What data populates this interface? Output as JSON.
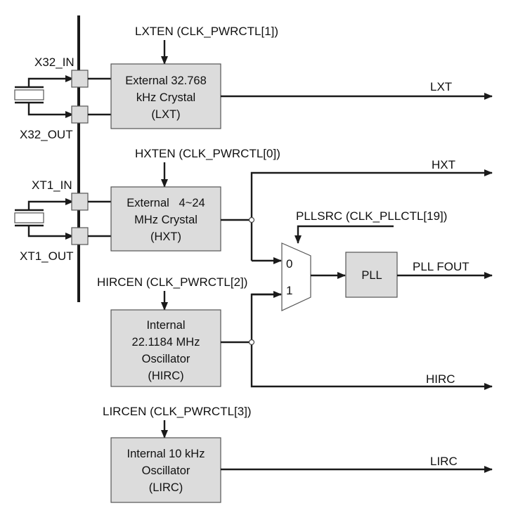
{
  "control_signals": {
    "lxten": "LXTEN (CLK_PWRCTL[1])",
    "hxten": "HXTEN (CLK_PWRCTL[0])",
    "hircen": "HIRCEN (CLK_PWRCTL[2])",
    "lircen": "LIRCEN (CLK_PWRCTL[3])",
    "pllsrc": "PLLSRC (CLK_PLLCTL[19])"
  },
  "pins": {
    "x32_in": "X32_IN",
    "x32_out": "X32_OUT",
    "xt1_in": "XT1_IN",
    "xt1_out": "XT1_OUT"
  },
  "blocks": {
    "lxt": [
      "External 32.768",
      "kHz Crystal",
      "(LXT)"
    ],
    "hxt": [
      "External   4~24",
      "MHz Crystal",
      "(HXT)"
    ],
    "hirc": [
      "Internal",
      "22.1184 MHz",
      "Oscillator",
      "(HIRC)"
    ],
    "lirc": [
      "Internal 10 kHz",
      "Oscillator",
      "(LIRC)"
    ],
    "pll": "PLL"
  },
  "mux_inputs": {
    "in0": "0",
    "in1": "1"
  },
  "outputs": {
    "lxt": "LXT",
    "hxt": "HXT",
    "pll_fout": "PLL FOUT",
    "hirc": "HIRC",
    "lirc": "LIRC"
  }
}
